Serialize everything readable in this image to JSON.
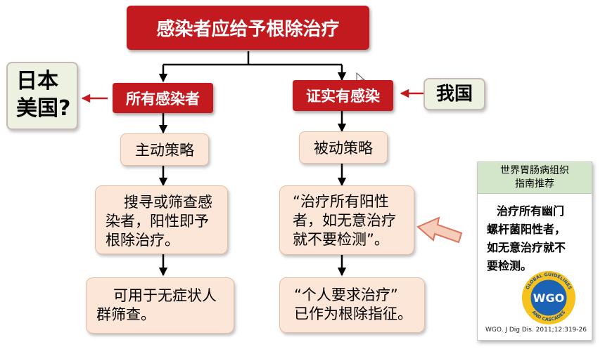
{
  "top_box": "感染者应给予根除治疗",
  "left": {
    "question": [
      "日本",
      "美国?"
    ],
    "header": "所有感染者",
    "strategy": "主动策略",
    "step1": [
      "搜寻或筛查感",
      "染者，阳性即予",
      "根除治疗。"
    ],
    "step2": [
      "可用于无症状人",
      "群筛查。"
    ]
  },
  "right": {
    "country": "我国",
    "header": "证实有感染",
    "strategy": "被动策略",
    "step1": [
      "“治疗所有阳性",
      "者，如无意治疗",
      "就不要检测”。"
    ],
    "step2": [
      "“个人要求治疗”",
      "已作为根除指征。"
    ]
  },
  "wgo": {
    "title": [
      "世界胃肠病组织",
      "指南推荐"
    ],
    "body": [
      "治疗所有幽门",
      "螺杆菌阳性者，",
      "如无意治疗就不",
      "要检测。"
    ],
    "logo_text": "WGO",
    "logo_ring_top": "GLOBAL GUIDELINES",
    "logo_ring_bottom": "AND CASCADES",
    "citation": "WGO. J Dig Dis. 2011;12:319-26"
  },
  "colors": {
    "red": "#c21a1f",
    "peach": "#fbe6d7",
    "green": "#ecf1e1",
    "panel_head": "#d3e6c9"
  }
}
